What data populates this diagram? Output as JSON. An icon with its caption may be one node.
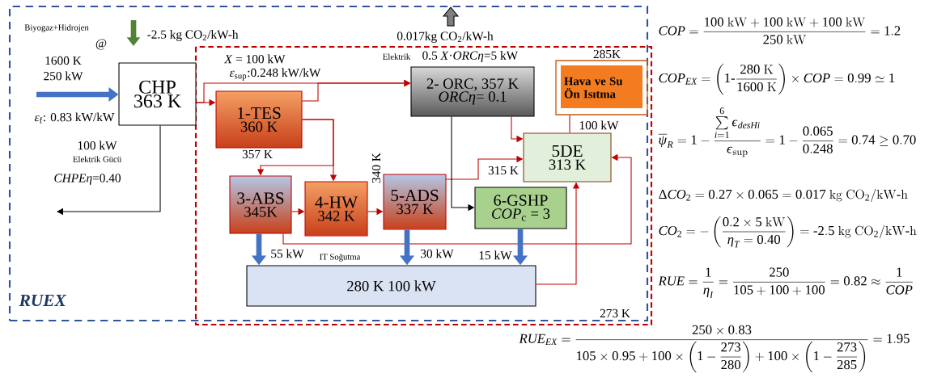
{
  "diagram": {
    "nodes": [
      {
        "text": [
          "RUEX"
        ]
      },
      {
        "text": [
          "CHP",
          "363 K"
        ],
        "in": 0
      },
      {
        "text": [
          "1-TES",
          "360 K"
        ],
        "in": 0
      },
      {
        "text": [
          "2- ORC, 357 K",
          "*ORCη*= 0.1"
        ],
        "in": 0,
        "beside": [
          "0.5 *X*·*ORCη*=5 kW"
        ]
      },
      {
        "text": [
          "Hava ve Su Ön Isıtma"
        ],
        "in": 0,
        "beside": [
          "285K"
        ]
      },
      {
        "text": [
          "5DE",
          "313 K"
        ],
        "in": 0
      },
      {
        "text": [
          "3-ABS",
          "345K"
        ],
        "in": 0
      },
      {
        "text": [
          "4-HW",
          "342 K"
        ],
        "in": 0
      },
      {
        "text": [
          "5-ADS",
          "337 K"
        ],
        "in": 0
      },
      {
        "text": [
          "6-GSHP",
          "*COP*$_{c}$ = 3"
        ],
        "in": 0
      },
      {
        "text": [
          "IT Soğutma",
          "280 K 100 kW"
        ],
        "in": 0
      }
    ],
    "edges": [
      {
        "from": null,
        "to": 1,
        "arrow": "to",
        "style": "thick",
        "color": "#4472c4"
      },
      {
        "from": 1,
        "to": null,
        "arrow": "to",
        "color": "#000000"
      },
      {
        "from": 1,
        "to": 2,
        "arrow": "to"
      },
      {
        "from": 1,
        "to": 3,
        "arrow": "to"
      },
      {
        "from": 2,
        "to": 3,
        "arrow": "to"
      },
      {
        "from": 2,
        "to": 7,
        "arrow": "to"
      },
      {
        "from": 2,
        "to": 6,
        "arrow": "to"
      },
      {
        "from": 6,
        "to": 7,
        "arrow": "to"
      },
      {
        "from": 7,
        "to": 8,
        "arrow": "to"
      },
      {
        "from": 8,
        "to": 5,
        "arrow": "to",
        "label": "315 K"
      },
      {
        "from": 3,
        "to": 5,
        "arrow": "to"
      },
      {
        "from": 3,
        "to": 9,
        "arrow": "to",
        "color": "#000000"
      },
      {
        "from": 6,
        "to": 5,
        "arrow": "to"
      },
      {
        "from": 10,
        "to": 5,
        "arrow": "to"
      },
      {
        "from": 5,
        "to": 4,
        "arrow": "none",
        "label": "100 kW"
      },
      {
        "from": 6,
        "to": 10,
        "arrow": "to",
        "style": "thick",
        "color": "#4472c4",
        "label": "55 kW"
      },
      {
        "from": 8,
        "to": 10,
        "arrow": "to",
        "style": "thick",
        "color": "#4472c4",
        "label": "30 kW"
      },
      {
        "from": 9,
        "to": 10,
        "arrow": "to",
        "style": "thick",
        "color": "#4472c4",
        "label": "15 kW"
      }
    ],
    "labels": [
      "Biyogaz+Hidrojen",
      "@",
      "-2.5 kg CO$_{2}$/kW-h",
      "0.017kg CO$_{2}$/kW-h",
      "COP=\\frac{100\\mathrm{~kW}+100\\mathrm{~kW}+100\\mathrm{~kW}}{250\\mathrm{~kW}}=1.2",
      "1600 K",
      "250 kW",
      "*X* = 100 kW",
      "Elektrik",
      "*ε*$_{sup}$:0.248 kW/kW",
      "COP_{EX}=\\left(1\\mbox{-}\\frac{280\\mathrm{~K}}{1600\\mathrm{~K}}\\right)\\times COP=0.99\\simeq 1",
      "*ε*$_{f}$: 0.83 kW/kW",
      "\\overline{\\psi}_{R}=1-\\frac{\\sum\\limits_{i=1}^{6}\\varepsilon_{desHi}}{\\varepsilon_{\\mathrm{sup}}}=1-\\frac{0.065}{0.248}=0.74\\geq 0.70",
      "100 kW",
      "Elektrik Gücü",
      "357 K",
      "*CHPEη*=0.40",
      "340 K",
      "\\Delta CO_{2}=0.27\\times 0.065=0.017\\mathrm{~kg~CO_{2}/kW\\mbox{-}h}",
      "CO_{2}=-\\left(\\frac{0.2\\times 5\\mathrm{~kW}}{\\eta_{T}=0.40}\\right)=\\mbox{-}2.5\\mathrm{~kg~CO_{2}/kW\\mbox{-}h}",
      "RUE=\\frac{1}{\\eta_{I}}=\\frac{250}{105+100+100}=0.82\\approx\\frac{1}{COP}",
      "273 K",
      "RUE_{EX}=\\frac{250\\times 0.83}{105\\times 0.95+100\\times\\left(1-\\dfrac{273}{280}\\right)+100\\times\\left(1-\\dfrac{273}{285}\\right)}=1.95"
    ]
  }
}
